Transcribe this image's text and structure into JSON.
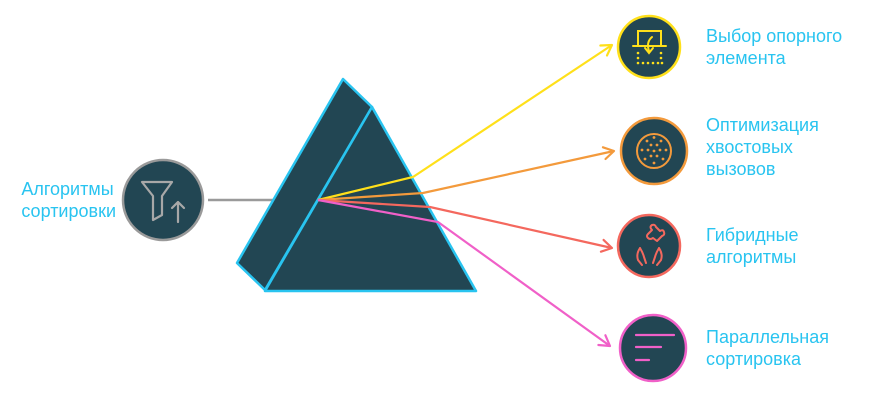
{
  "source": {
    "lines": [
      "Алгоритмы",
      "сортировки"
    ],
    "icon": "filter-sort-up-icon",
    "color": "#9a9a9a"
  },
  "prism": {
    "fill": "#224653",
    "edge": "#29c4f0"
  },
  "outputs": [
    {
      "lines": [
        "Выбор опорного",
        "элемента"
      ],
      "icon": "pivot-selection-icon",
      "color": "#ffe01a"
    },
    {
      "lines": [
        "Оптимизация",
        "хвостовых",
        "вызовов"
      ],
      "icon": "dotted-circle-icon",
      "color": "#f39a3c"
    },
    {
      "lines": [
        "Гибридные",
        "алгоритмы"
      ],
      "icon": "hands-puzzle-icon",
      "color": "#f4685e"
    },
    {
      "lines": [
        "Параллельная",
        "сортировка"
      ],
      "icon": "sort-lines-icon",
      "color": "#f060c8"
    }
  ],
  "theme": {
    "text": "#29c4f0",
    "node_fill": "#224653"
  }
}
